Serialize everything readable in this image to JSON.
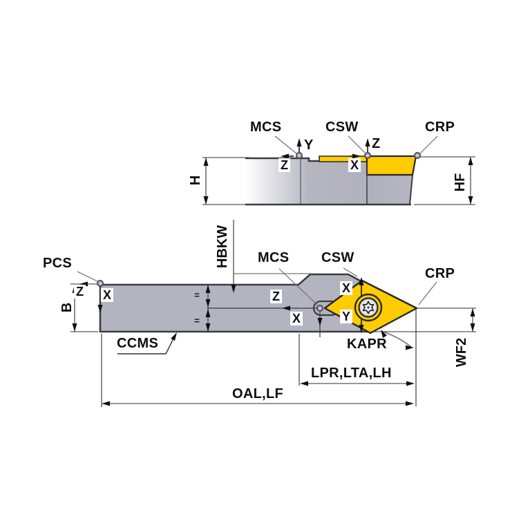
{
  "drawing": {
    "type": "tool-holder-dimension-diagram",
    "views": [
      "side-elevation",
      "top-plan"
    ]
  },
  "labels": {
    "side_mcs": "MCS",
    "side_csw": "CSW",
    "side_crp": "CRP",
    "side_y_axis": "Y",
    "side_z_at_csw": "Z",
    "side_z_at_mcs": "Z",
    "side_x_at_csw": "X",
    "side_h": "H",
    "side_hf": "HF",
    "plan_pcs": "PCS",
    "plan_mcs": "MCS",
    "plan_csw": "CSW",
    "plan_crp": "CRP",
    "plan_hbkw": "HBKW",
    "plan_b": "B",
    "plan_wf2": "WF2",
    "plan_ccms": "CCMS",
    "plan_kapr": "KAPR",
    "plan_lpr_lta_lh": "LPR,LTA,LH",
    "plan_oal_lf": "OAL,LF",
    "plan_z_at_pcs": "Z",
    "plan_x_at_pcs": "X",
    "plan_z_at_mcs": "Z",
    "plan_x_at_mcs": "X",
    "plan_x_at_csw": "X",
    "plan_y_at_csw": "Y",
    "eq_upper": "=",
    "eq_lower": "="
  },
  "colors": {
    "insert_yellow": "#ffcc00",
    "body_gray": "#b4b4c0",
    "edge_dark": "#3b3b43",
    "dimension_line": "#2d2d2d",
    "background": "#ffffff"
  }
}
